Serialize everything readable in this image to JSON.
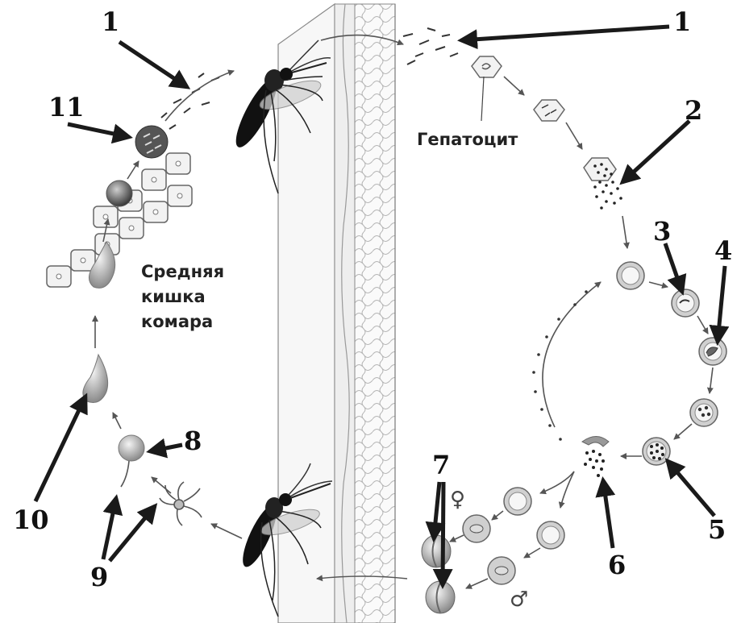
{
  "labels": {
    "hepatocyte": "Гепатоцит",
    "midgut_line1": "Средняя",
    "midgut_line2": "кишка",
    "midgut_line3": "комара",
    "female_symbol": "♀",
    "male_symbol": "♂"
  },
  "callouts": {
    "n1_left": "1",
    "n1_right": "1",
    "n2": "2",
    "n3": "3",
    "n4": "4",
    "n5": "5",
    "n6": "6",
    "n7": "7",
    "n8": "8",
    "n9": "9",
    "n10": "10",
    "n11": "11"
  },
  "colors": {
    "ink": "#1a1a1a",
    "cell_fill": "#f2f2f2",
    "gray_dark": "#777777",
    "gray_light": "#cccccc"
  }
}
